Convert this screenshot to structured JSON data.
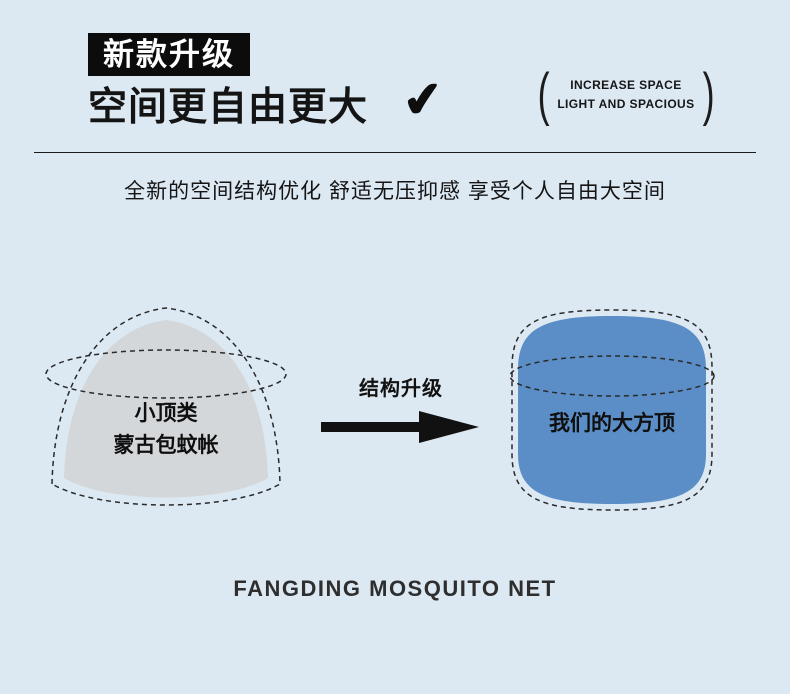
{
  "colors": {
    "background": "#dce8f2",
    "ink": "#111111",
    "gray_shape": "#d3d7da",
    "blue_shape": "#5b8ec7"
  },
  "header": {
    "badge": "新款升级",
    "title": "空间更自由更大",
    "check_glyph": "✔",
    "paren_open": "(",
    "paren_close": ")",
    "tagline_line1": "INCREASE SPACE",
    "tagline_line2": "LIGHT AND SPACIOUS"
  },
  "subtitle": "全新的空间结构优化 舒适无压抑感 享受个人自由大空间",
  "diagram": {
    "left_label_line1": "小顶类",
    "left_label_line2": "蒙古包蚊帐",
    "arrow_label": "结构升级",
    "right_label": "我们的大方顶"
  },
  "footer": "FANGDING MOSQUITO NET"
}
